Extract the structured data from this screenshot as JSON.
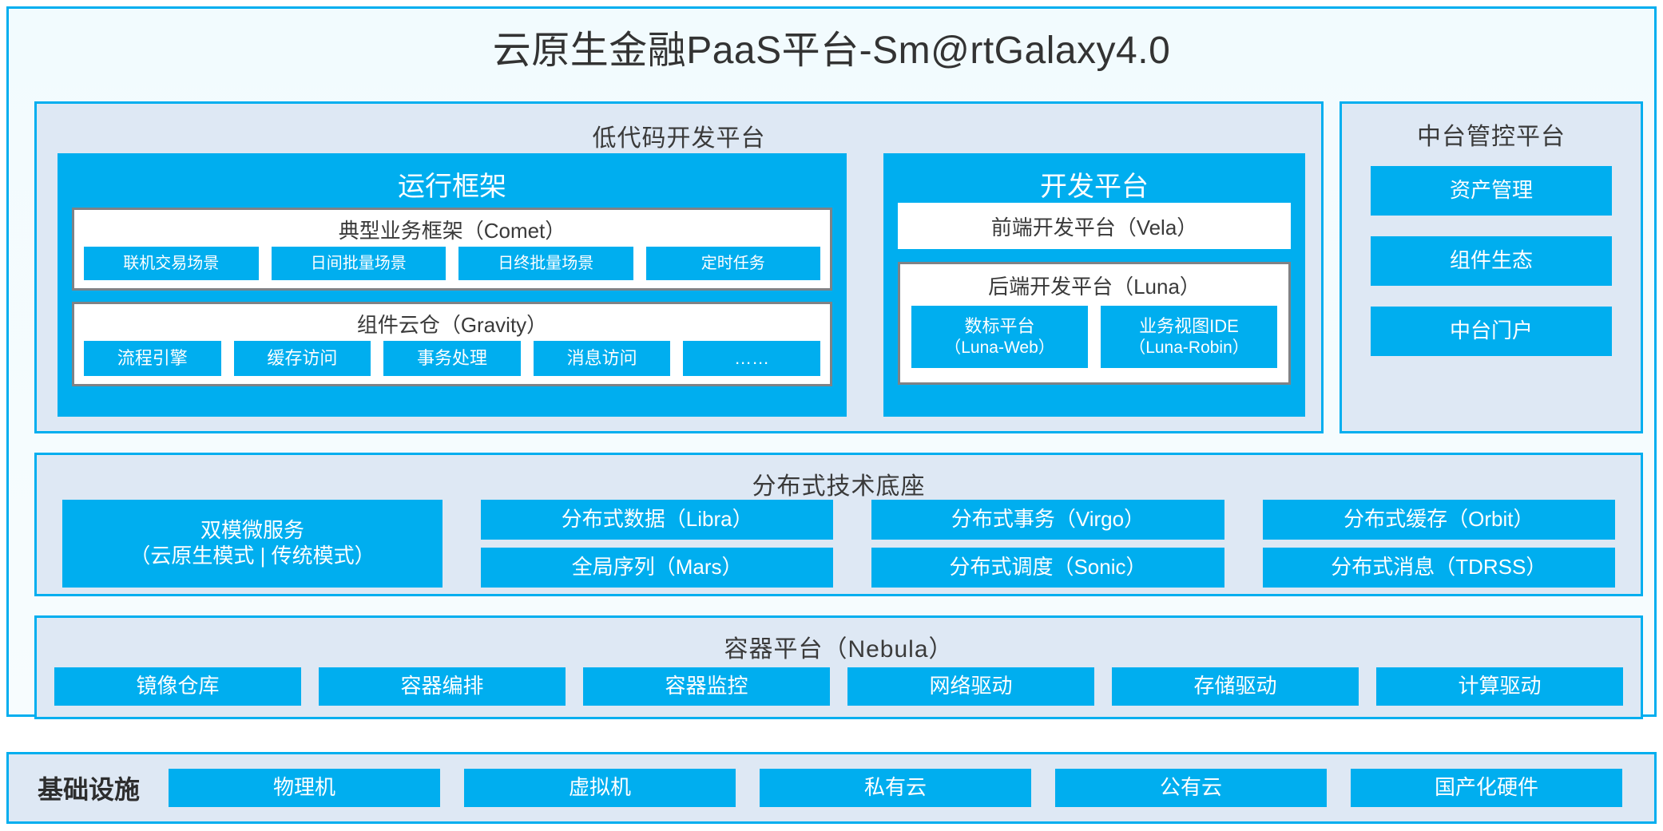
{
  "title": "云原生金融PaaS平台-Sm@rtGalaxy4.0",
  "colors": {
    "accent": "#00AEEF",
    "panel_bg": "#dee8f4",
    "outer_bg": "#f4fbfe",
    "box_border": "#7f8286"
  },
  "lowcode": {
    "title": "低代码开发平台",
    "runtime": {
      "title": "运行框架",
      "comet": {
        "title": "典型业务框架（Comet）",
        "items": [
          "联机交易场景",
          "日间批量场景",
          "日终批量场景",
          "定时任务"
        ]
      },
      "gravity": {
        "title": "组件云仓（Gravity）",
        "items": [
          "流程引擎",
          "缓存访问",
          "事务处理",
          "消息访问",
          "……"
        ]
      }
    },
    "devplatform": {
      "title": "开发平台",
      "frontend": "前端开发平台（Vela）",
      "backend": {
        "title": "后端开发平台（Luna）",
        "items": [
          {
            "line1": "数标平台",
            "line2": "（Luna-Web）"
          },
          {
            "line1": "业务视图IDE",
            "line2": "（Luna-Robin）"
          }
        ]
      }
    }
  },
  "control": {
    "title": "中台管控平台",
    "items": [
      "资产管理",
      "组件生态",
      "中台门户"
    ]
  },
  "distributed": {
    "title": "分布式技术底座",
    "dual_mode": {
      "line1": "双模微服务",
      "line2": "（云原生模式 | 传统模式）"
    },
    "columns": [
      [
        "分布式数据（Libra）",
        "全局序列（Mars）"
      ],
      [
        "分布式事务（Virgo）",
        "分布式调度（Sonic）"
      ],
      [
        "分布式缓存（Orbit）",
        "分布式消息（TDRSS）"
      ]
    ]
  },
  "container": {
    "title": "容器平台（Nebula）",
    "items": [
      "镜像仓库",
      "容器编排",
      "容器监控",
      "网络驱动",
      "存储驱动",
      "计算驱动"
    ]
  },
  "infrastructure": {
    "label": "基础设施",
    "items": [
      "物理机",
      "虚拟机",
      "私有云",
      "公有云",
      "国产化硬件"
    ]
  }
}
